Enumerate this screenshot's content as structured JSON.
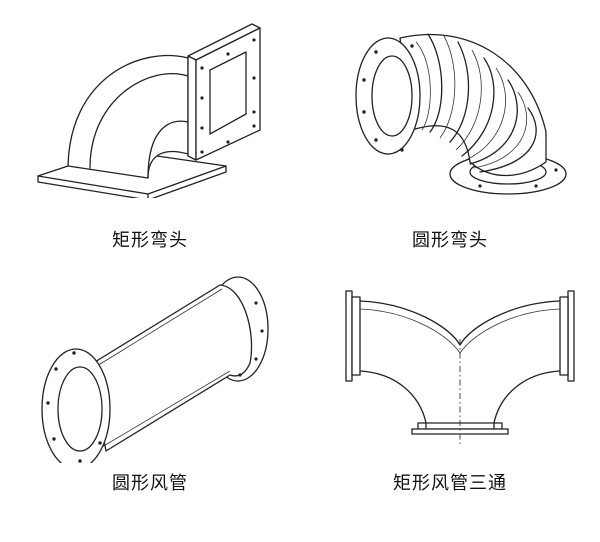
{
  "figures": [
    {
      "label": "矩形弯头"
    },
    {
      "label": "圆形弯头"
    },
    {
      "label": "圆形风管"
    },
    {
      "label": "矩形风管三通"
    }
  ]
}
